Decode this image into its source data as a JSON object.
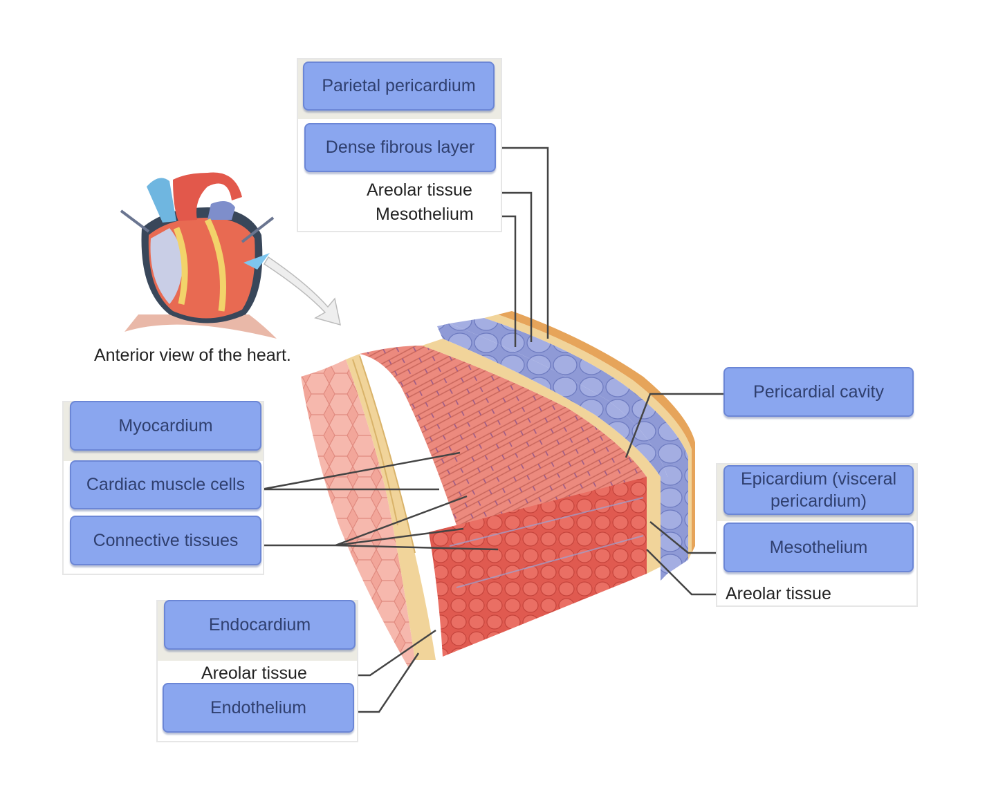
{
  "caption": "Anterior view of the heart.",
  "parietal": {
    "title": "Parietal pericardium",
    "dense_fibrous": "Dense fibrous layer",
    "areolar": "Areolar tissue",
    "mesothelium": "Mesothelium"
  },
  "myocardium": {
    "title": "Myocardium",
    "cardiac_muscle": "Cardiac muscle cells",
    "connective": "Connective tissues"
  },
  "endocardium": {
    "title": "Endocardium",
    "areolar": "Areolar tissue",
    "endothelium": "Endothelium"
  },
  "pericardial_cavity": "Pericardial cavity",
  "epicardium": {
    "title": "Epicardium (visceral pericardium)",
    "mesothelium": "Mesothelium",
    "areolar": "Areolar tissue"
  },
  "colors": {
    "label_fill": "#8aa6ef",
    "label_border": "#6b86d6",
    "label_text": "#2f3f6e",
    "panel_header": "#ecebe3",
    "muscle": "#e8867a",
    "muscle_cross_section": "#e05a50",
    "pericardium_layer": "#8f9ad6",
    "connective_yellow": "#f1d49a"
  }
}
